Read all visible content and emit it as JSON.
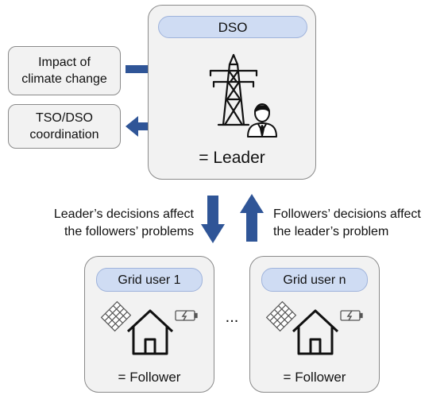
{
  "leader": {
    "title": "DSO",
    "role": "= Leader",
    "icons": [
      "transmission-tower-icon",
      "businessman-icon"
    ]
  },
  "inputs": {
    "climate_line1": "Impact of",
    "climate_line2": "climate change",
    "coordination_line1": "TSO/DSO",
    "coordination_line2": "coordination"
  },
  "flows": {
    "down_line1": "Leader’s decisions affect",
    "down_line2": "the followers’ problems",
    "up_line1": "Followers’ decisions affect",
    "up_line2": "the leader’s problem"
  },
  "followers": [
    {
      "title": "Grid user 1",
      "role": "= Follower",
      "icons": [
        "solar-panel-icon",
        "house-icon",
        "battery-charging-icon"
      ]
    },
    {
      "title": "Grid user n",
      "role": "= Follower",
      "icons": [
        "solar-panel-icon",
        "house-icon",
        "battery-charging-icon"
      ]
    }
  ],
  "ellipsis": "...",
  "colors": {
    "arrow": "#2f5597",
    "pill": "#cfdcf3",
    "box": "#f2f2f2",
    "border": "#8a8a8a"
  }
}
